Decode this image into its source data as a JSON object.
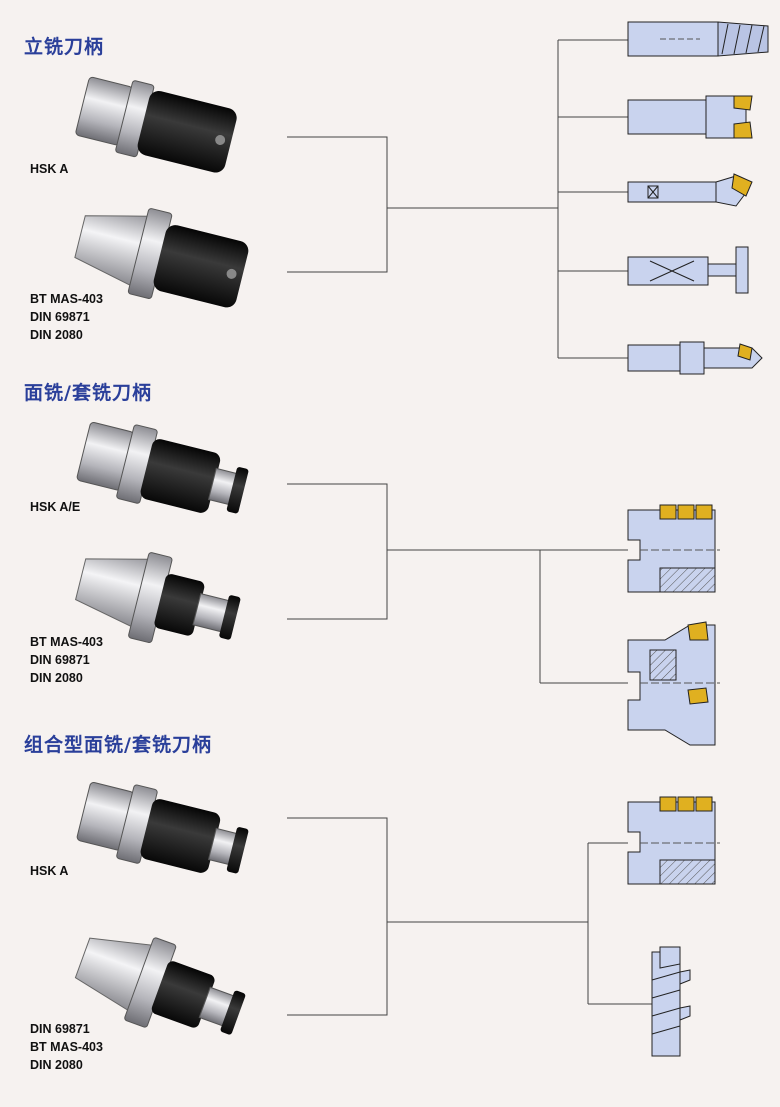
{
  "sections": [
    {
      "title": "立铣刀柄",
      "holders": [
        {
          "lines": [
            "HSK A"
          ]
        },
        {
          "lines": [
            "BT MAS-403",
            "DIN 69871",
            "DIN 2080"
          ]
        }
      ]
    },
    {
      "title": "面铣/套铣刀柄",
      "holders": [
        {
          "lines": [
            "HSK A/E"
          ]
        },
        {
          "lines": [
            "BT MAS-403",
            "DIN 69871",
            "DIN 2080"
          ]
        }
      ]
    },
    {
      "title": "组合型面铣/套铣刀柄",
      "holders": [
        {
          "lines": [
            "HSK A"
          ]
        },
        {
          "lines": [
            "DIN 69871",
            "BT MAS-403",
            "DIN 2080"
          ]
        }
      ]
    }
  ],
  "colors": {
    "title": "#2a3f9a",
    "tool_fill": "#c9d3ee",
    "line": "#444444",
    "holder_dark": "#1a1a1a",
    "holder_silver": "#c8c8cc",
    "insert_gold": "#e0b020"
  }
}
